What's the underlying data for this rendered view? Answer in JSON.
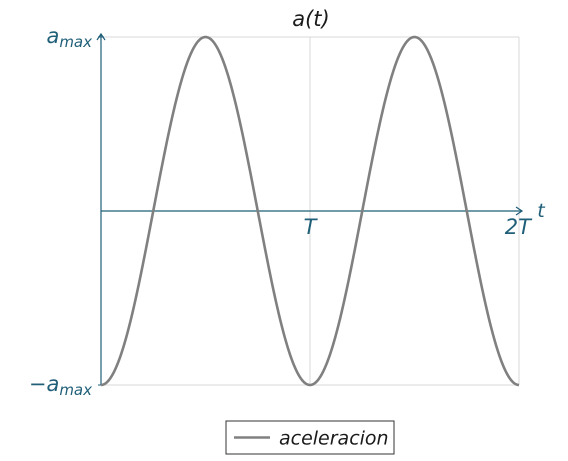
{
  "chart_data": {
    "type": "line",
    "title": "a(t)",
    "xlabel": "t",
    "ylabel": "",
    "x_ticks": [
      {
        "value": 1,
        "label": "T"
      },
      {
        "value": 2,
        "label": "2T"
      }
    ],
    "y_ticks": [
      {
        "value": 1,
        "label": "a_max",
        "base": "a",
        "sub": "max",
        "prefix": ""
      },
      {
        "value": -1,
        "label": "−a_max",
        "base": "a",
        "sub": "max",
        "prefix": "−"
      }
    ],
    "xlim": [
      0,
      2
    ],
    "ylim": [
      -1,
      1
    ],
    "grid": true,
    "legend_position": "bottom-center",
    "series": [
      {
        "name": "aceleracion",
        "color": "#808080",
        "function": "-a_max*cos(2*pi*t/T)",
        "periods": 2
      }
    ],
    "colors": {
      "axis": "#1f5f78",
      "grid": "#d8d8d8",
      "line": "#808080"
    }
  }
}
